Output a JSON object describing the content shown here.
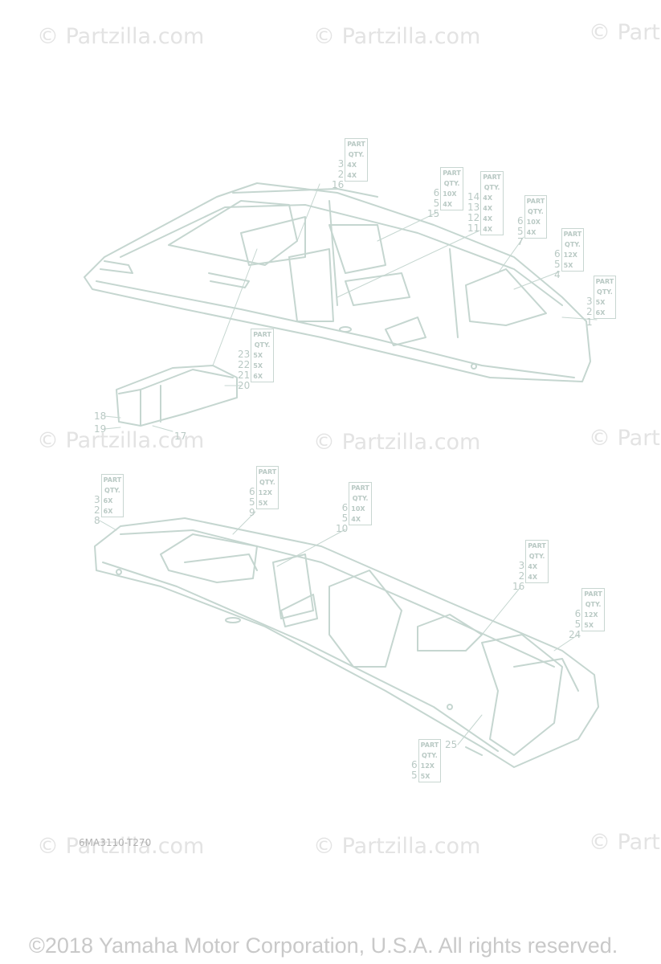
{
  "watermark": "© Partzilla.com",
  "watermark_partial": "© Partz",
  "upper_tables": [
    {
      "nums": [
        "3",
        "2",
        "16"
      ],
      "header": [
        "PART",
        "QTY."
      ],
      "qty": [
        "4X",
        "4X"
      ]
    },
    {
      "nums": [
        "6",
        "5",
        "15"
      ],
      "header": [
        "PART",
        "QTY."
      ],
      "qty": [
        "10X",
        "4X"
      ]
    },
    {
      "nums": [
        "14",
        "13",
        "12",
        "11"
      ],
      "header": [
        "PART",
        "QTY."
      ],
      "qty": [
        "4X",
        "4X",
        "4X",
        "4X"
      ]
    },
    {
      "nums": [
        "6",
        "5",
        "7"
      ],
      "header": [
        "PART",
        "QTY."
      ],
      "qty": [
        "10X",
        "4X"
      ]
    },
    {
      "nums": [
        "6",
        "5",
        "4"
      ],
      "header": [
        "PART",
        "QTY."
      ],
      "qty": [
        "12X",
        "5X"
      ]
    },
    {
      "nums": [
        "3",
        "2",
        "1"
      ],
      "header": [
        "PART",
        "QTY."
      ],
      "qty": [
        "5X",
        "6X"
      ]
    },
    {
      "nums": [
        "23",
        "22",
        "21",
        "20"
      ],
      "header": [
        "PART",
        "QTY."
      ],
      "qty": [
        "5X",
        "5X",
        "6X"
      ]
    }
  ],
  "upper_callouts": [
    "18",
    "19",
    "17"
  ],
  "lower_tables": [
    {
      "nums": [
        "3",
        "2",
        "8"
      ],
      "header": [
        "PART",
        "QTY."
      ],
      "qty": [
        "6X",
        "6X"
      ]
    },
    {
      "nums": [
        "6",
        "5",
        "9"
      ],
      "header": [
        "PART",
        "QTY."
      ],
      "qty": [
        "12X",
        "5X"
      ]
    },
    {
      "nums": [
        "6",
        "5",
        "10"
      ],
      "header": [
        "PART",
        "QTY."
      ],
      "qty": [
        "10X",
        "4X"
      ]
    },
    {
      "nums": [
        "3",
        "2",
        "16"
      ],
      "header": [
        "PART",
        "QTY."
      ],
      "qty": [
        "4X",
        "4X"
      ]
    },
    {
      "nums": [
        "6",
        "5",
        "24"
      ],
      "header": [
        "PART",
        "QTY."
      ],
      "qty": [
        "12X",
        "5X"
      ]
    },
    {
      "nums": [
        "6",
        "5"
      ],
      "header": [
        "PART",
        "QTY."
      ],
      "qty": [
        "12X",
        "5X"
      ],
      "extra": "25"
    }
  ],
  "diagram_code": "6MA3110-T270",
  "copyright": "©2018 Yamaha Motor Corporation, U.S.A. All rights reserved.",
  "colors": {
    "line": "#c5d6d0",
    "text": "#b9c9c4",
    "watermark": "#e3e3e3"
  }
}
